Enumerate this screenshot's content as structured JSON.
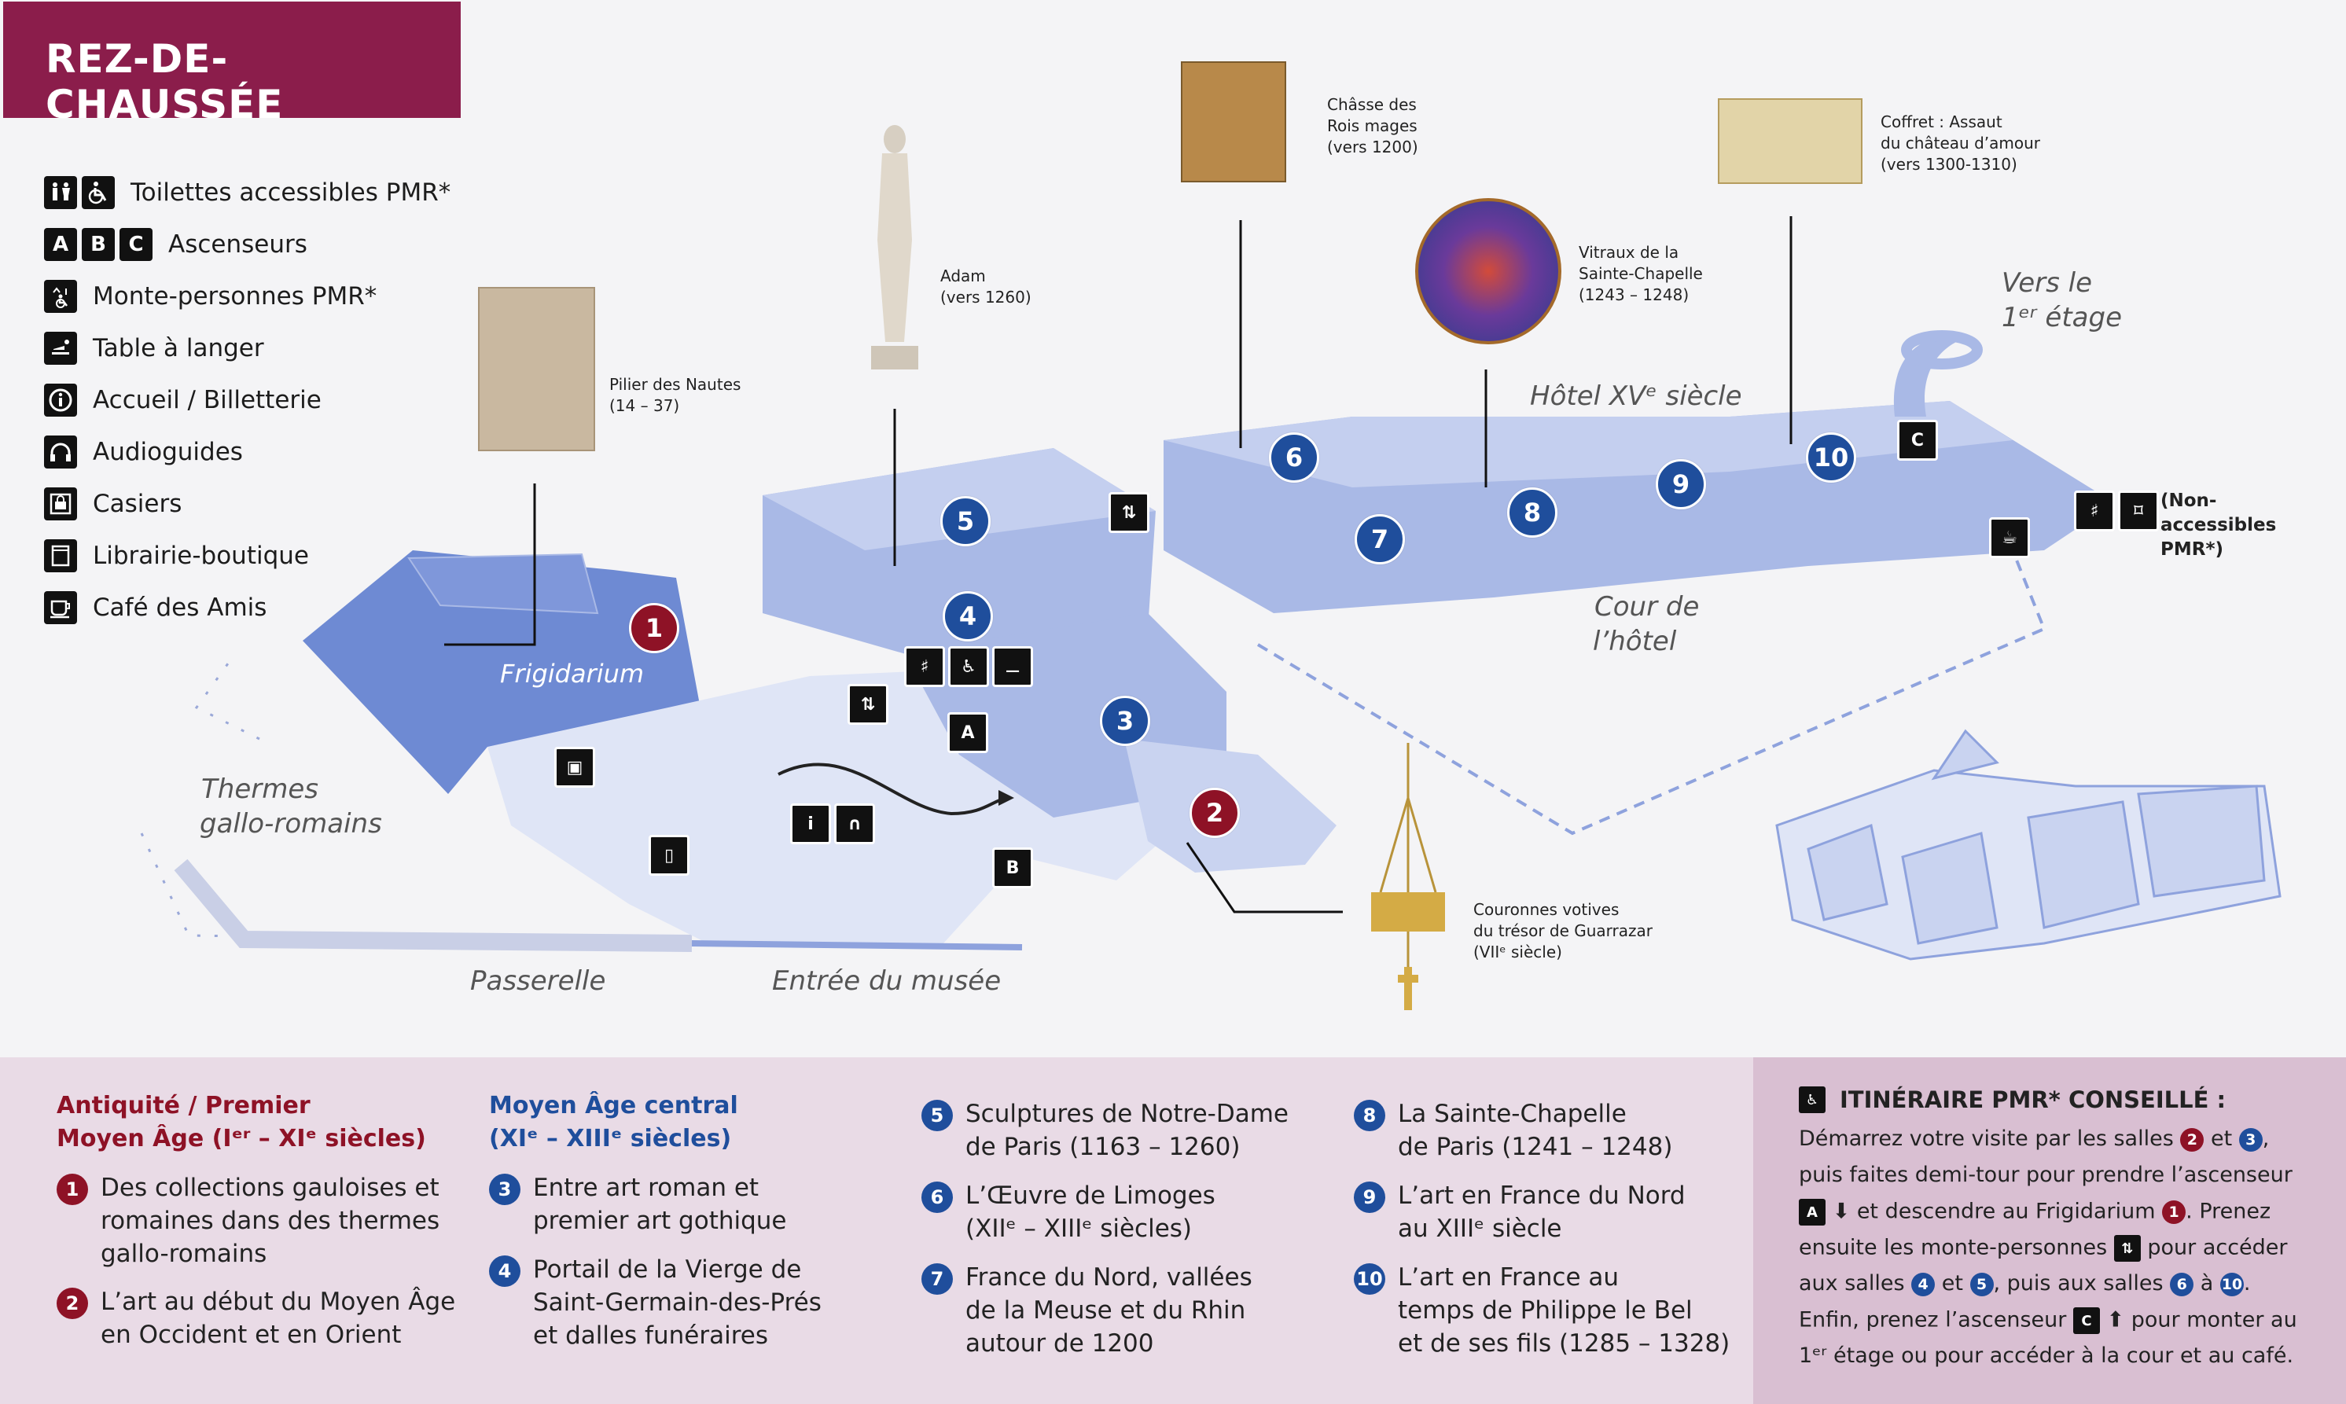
{
  "title": "REZ-DE-CHAUSSÉE",
  "legend": [
    {
      "icons": [
        "wc-icon",
        "wheelchair-icon"
      ],
      "label": "Toilettes accessibles PMR*"
    },
    {
      "icons": [
        "elevator-a-icon",
        "elevator-b-icon",
        "elevator-c-icon"
      ],
      "label": "Ascenseurs"
    },
    {
      "icons": [
        "lift-icon"
      ],
      "label": "Monte-personnes PMR*"
    },
    {
      "icons": [
        "baby-change-icon"
      ],
      "label": "Table à langer"
    },
    {
      "icons": [
        "info-icon"
      ],
      "label": "Accueil / Billetterie"
    },
    {
      "icons": [
        "headphones-icon"
      ],
      "label": "Audioguides"
    },
    {
      "icons": [
        "locker-icon"
      ],
      "label": "Casiers"
    },
    {
      "icons": [
        "shop-icon"
      ],
      "label": "Librairie-boutique"
    },
    {
      "icons": [
        "cafe-icon"
      ],
      "label": "Café des Amis"
    }
  ],
  "icon_glyphs": {
    "elevator_a": "A",
    "elevator_b": "B",
    "elevator_c": "C",
    "info": "i"
  },
  "artworks": {
    "nautes": {
      "line1": "Pilier des Nautes",
      "line2": "(14 – 37)"
    },
    "adam": {
      "line1": "Adam",
      "line2": "(vers 1260)"
    },
    "chasse": {
      "line1": "Châsse des",
      "line2": "Rois mages",
      "line3": "(vers 1200)"
    },
    "vitraux": {
      "line1": "Vitraux de la",
      "line2": "Sainte-Chapelle",
      "line3": "(1243 – 1248)"
    },
    "coffret": {
      "line1": "Coffret : Assaut",
      "line2": "du château d’amour",
      "line3": "(vers 1300-1310)"
    },
    "couronnes": {
      "line1": "Couronnes votives",
      "line2": "du trésor de Guarrazar",
      "line3": "(VIIᵉ siècle)"
    }
  },
  "places": {
    "frigidarium": "Frigidarium",
    "thermes_1": "Thermes",
    "thermes_2": "gallo-romains",
    "passerelle": "Passerelle",
    "entree": "Entrée du musée",
    "cour_1": "Cour de",
    "cour_2": "l’hôtel",
    "hotel": "Hôtel XVᵉ siècle",
    "vers_1": "Vers le",
    "vers_2": "1ᵉʳ étage",
    "non_access": "(Non-\naccessibles\nPMR*)"
  },
  "rooms": [
    "1",
    "2",
    "3",
    "4",
    "5",
    "6",
    "7",
    "8",
    "9",
    "10"
  ],
  "colors": {
    "brand": "#8b1d4b",
    "blue": "#1f4e9c",
    "red": "#8e1226",
    "floor": "#a9b9e6",
    "floor_dark": "#7f97da",
    "bottom_bg": "#e9dbe6",
    "pmr_bg": "#d9bfd2"
  },
  "sections": {
    "antiquite": {
      "title": "Antiquité / Premier\nMoyen Âge (Iᵉʳ – XIᵉ siècles)"
    },
    "moyen_age": {
      "title": "Moyen Âge central\n(XIᵉ – XIIIᵉ siècles)"
    }
  },
  "halls": [
    {
      "num": "1",
      "text": "Des collections gauloises et\nromaines dans des thermes\ngallo-romains"
    },
    {
      "num": "2",
      "text": "L’art au début du Moyen Âge\nen Occident et en Orient"
    },
    {
      "num": "3",
      "text": "Entre art roman et\npremier art gothique"
    },
    {
      "num": "4",
      "text": "Portail de la Vierge de\nSaint-Germain-des-Prés\net dalles funéraires"
    },
    {
      "num": "5",
      "text": "Sculptures de Notre-Dame\nde Paris (1163 – 1260)"
    },
    {
      "num": "6",
      "text": "L’Œuvre de Limoges\n(XIIᵉ – XIIIᵉ siècles)"
    },
    {
      "num": "7",
      "text": "France du Nord, vallées\nde la Meuse et du Rhin\nautour de 1200"
    },
    {
      "num": "8",
      "text": "La Sainte-Chapelle\nde Paris (1241 – 1248)"
    },
    {
      "num": "9",
      "text": "L’art en France du Nord\nau XIIIᵉ siècle"
    },
    {
      "num": "10",
      "text": "L’art en France au\ntemps de Philippe le Bel\net de ses fils (1285 – 1328)"
    }
  ],
  "pmr": {
    "title": "ITINÉRAIRE PMR* CONSEILLÉ :",
    "l1a": "Démarrez votre visite par les salles",
    "l1b": "et",
    "l1c": ",",
    "l2": "puis faites demi-tour pour prendre l’ascenseur",
    "l3a": "et descendre au Frigidarium",
    "l3b": ". Prenez",
    "l4a": "ensuite les monte-personnes",
    "l4b": "pour accéder",
    "l5a": "aux salles",
    "l5b": "et",
    "l5c": ", puis aux salles",
    "l5d": "à",
    "l5e": ".",
    "l6a": "Enfin, prenez l’ascenseur",
    "l6b": "pour monter au",
    "l7": "1ᵉʳ étage ou pour accéder à la cour et au café."
  }
}
